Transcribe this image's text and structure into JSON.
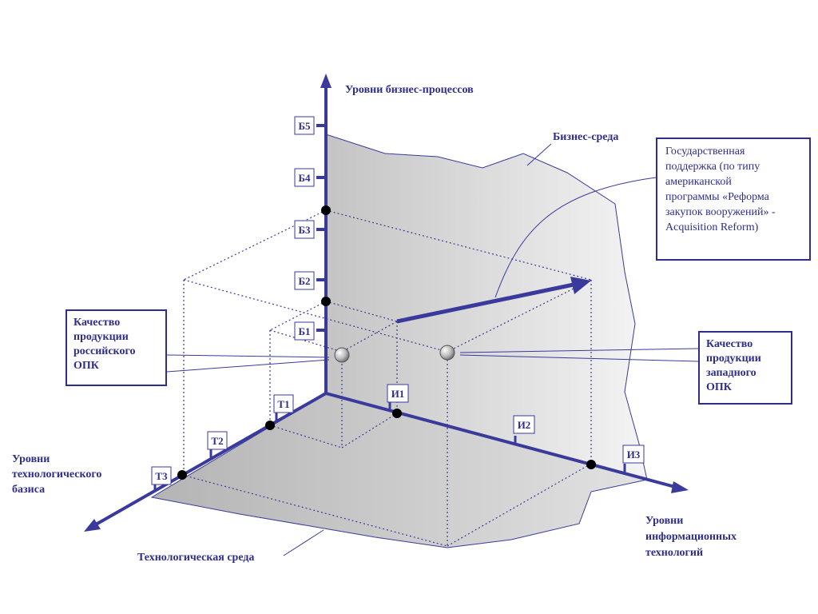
{
  "axes": {
    "vertical_label": "Уровни бизнес-процессов",
    "left_label": [
      "Уровни",
      "технологического",
      "базиса"
    ],
    "right_label": [
      "Уровни",
      "информационных",
      "технологий"
    ]
  },
  "ticks": {
    "business": [
      "Б1",
      "Б2",
      "Б3",
      "Б4",
      "Б5"
    ],
    "tech": [
      "Т1",
      "Т2",
      "Т3"
    ],
    "info": [
      "И1",
      "И2",
      "И3"
    ]
  },
  "regions": {
    "business_env": "Бизнес-среда",
    "tech_env": "Технологическая среда"
  },
  "callouts": {
    "russian": [
      "Качество",
      "продукции",
      "российского",
      "ОПК"
    ],
    "western": [
      "Качество",
      "продукции",
      "западного",
      "ОПК"
    ],
    "gov_support": [
      "Государственная",
      "поддержка (по типу",
      "американской",
      "программы «Реформа",
      "закупок вооружений» -",
      "Acquisition Reform)"
    ]
  },
  "colors": {
    "axis": "#3a3a9c",
    "text": "#2e2e8a"
  }
}
